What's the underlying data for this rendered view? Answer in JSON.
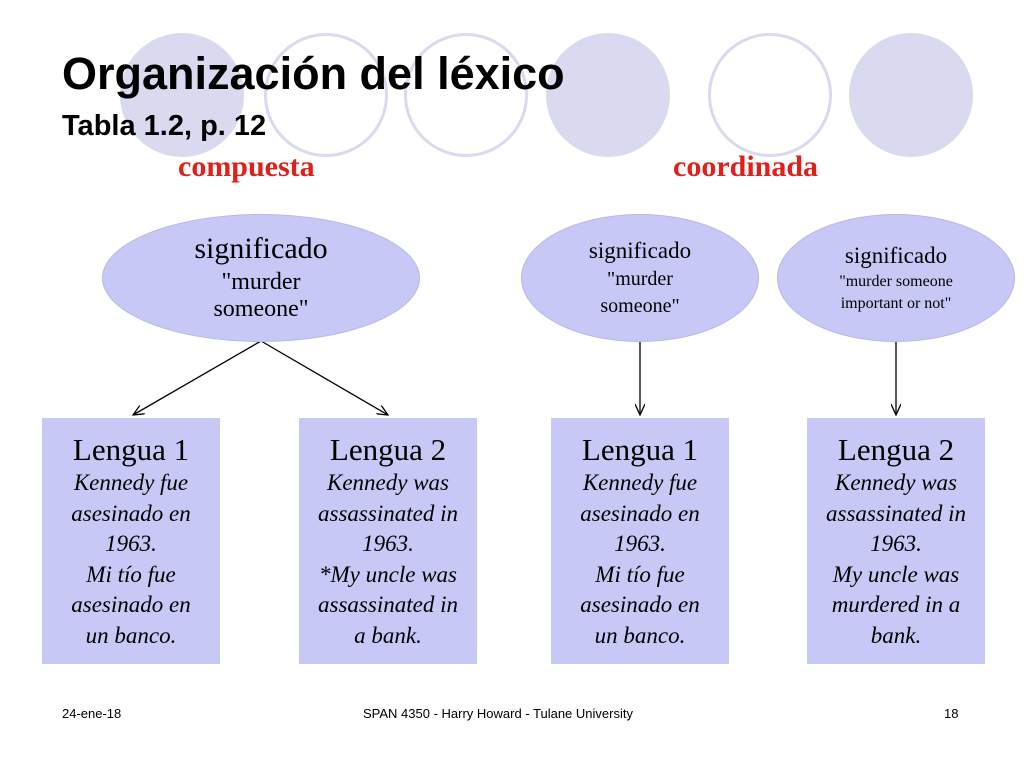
{
  "slide": {
    "title": "Organización del léxico",
    "subtitle": "Tabla 1.2, p. 12"
  },
  "categories": {
    "left": "compuesta",
    "right": "coordinada"
  },
  "meanings": {
    "compound": {
      "head": "significado",
      "gloss_line1": "\"murder",
      "gloss_line2": "someone\""
    },
    "coord_left": {
      "head": "significado",
      "gloss_line1": "\"murder",
      "gloss_line2": "someone\""
    },
    "coord_right": {
      "head": "significado",
      "gloss_line1": "\"murder someone",
      "gloss_line2": "important or not\""
    }
  },
  "languages": {
    "compound_l1": {
      "head": "Lengua 1",
      "lines": [
        "Kennedy fue",
        "asesinado en",
        "1963.",
        "Mi tío fue",
        "asesinado en",
        "un banco."
      ]
    },
    "compound_l2": {
      "head": "Lengua 2",
      "lines": [
        "Kennedy was",
        "assassinated in",
        "1963.",
        "*My uncle was",
        "assassinated in",
        "a bank."
      ]
    },
    "coord_l1": {
      "head": "Lengua 1",
      "lines": [
        "Kennedy fue",
        "asesinado en",
        "1963.",
        "Mi tío fue",
        "asesinado en",
        "un banco."
      ]
    },
    "coord_l2": {
      "head": "Lengua 2",
      "lines": [
        "Kennedy was",
        "assassinated in",
        "1963.",
        "My uncle was",
        "murdered in a",
        "bank."
      ]
    }
  },
  "footer": {
    "date": "24-ene-18",
    "course": "SPAN 4350 - Harry Howard - Tulane University",
    "page": "18"
  },
  "colors": {
    "node_fill": "#c8c8f6",
    "decor_circles": "#d9d9ef",
    "category_label": "#e0201b"
  }
}
